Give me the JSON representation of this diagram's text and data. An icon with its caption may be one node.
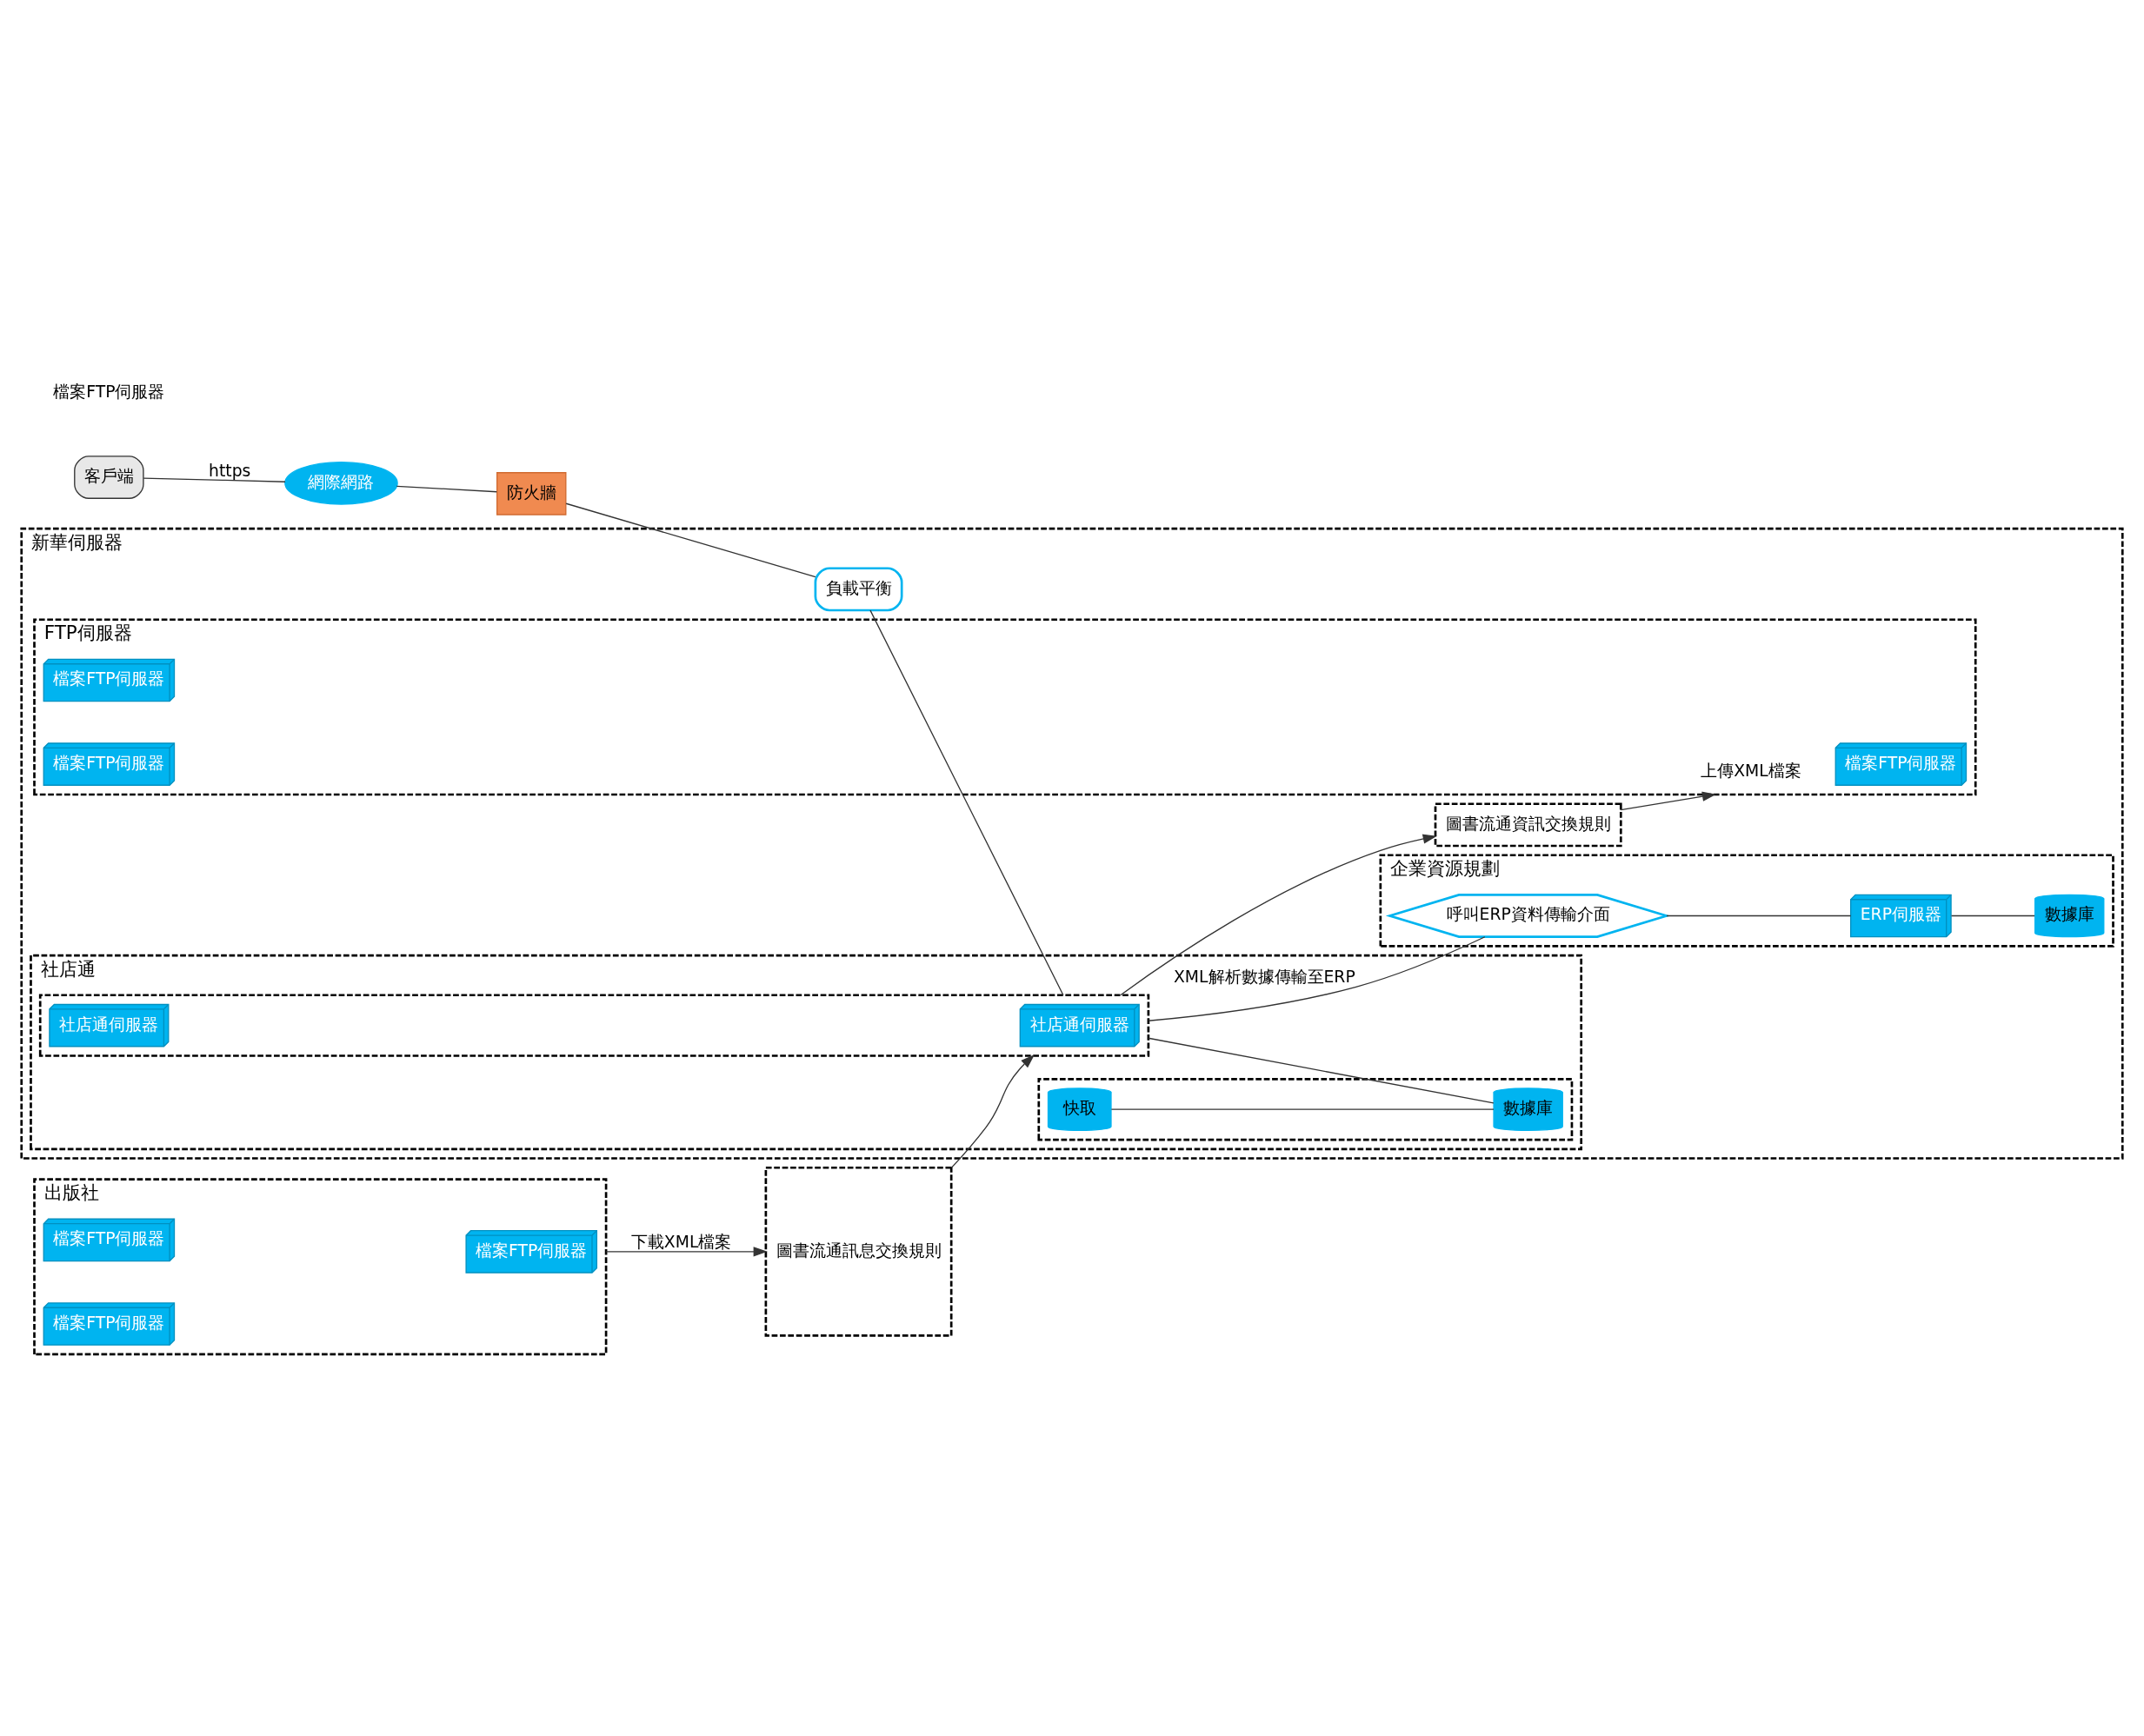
{
  "diagram": {
    "nodes": [
      {
        "text": [
          "客戶端"
        ]
      },
      {
        "text": [
          "網際網路"
        ]
      },
      {
        "text": [
          "新華伺服器"
        ]
      },
      {
        "text": [
          "防火牆"
        ]
      },
      {
        "text": [
          "負載平衡"
        ],
        "in": 2
      },
      {
        "text": [
          "社店通"
        ],
        "in": 2
      },
      {
        "text": [],
        "shape": "box",
        "in": 5
      },
      {
        "text": [
          "社店通伺服器"
        ],
        "in": 6
      },
      {
        "text": [
          "社店通伺服器"
        ],
        "in": 6
      },
      {
        "text": [],
        "shape": "box",
        "in": 5
      },
      {
        "text": [
          "快取"
        ],
        "in": 9
      },
      {
        "text": [
          "數據庫"
        ],
        "in": 9
      },
      {
        "text": [
          "企業資源規劃"
        ],
        "in": 2
      },
      {
        "text": [
          "呼叫ERP資料傳輸介面"
        ],
        "in": 12
      },
      {
        "text": [
          "ERP伺服器"
        ],
        "in": 12
      },
      {
        "text": [
          "數據庫"
        ],
        "in": 12
      },
      {
        "text": [
          "圖書流通資訊交換規則"
        ],
        "in": 2
      },
      {
        "text": [
          "FTP伺服器"
        ],
        "in": 2
      },
      {
        "text": [
          "檔案FTP伺服器"
        ],
        "in": 17
      },
      {
        "text": [
          "檔案FTP伺服器"
        ],
        "in": 17
      },
      {
        "text": [
          "檔案FTP伺服器"
        ],
        "in": 17
      },
      {
        "text": [
          "出版社"
        ]
      },
      {
        "text": [
          "檔案FTP伺服器"
        ],
        "in": 21
      },
      {
        "text": [
          "檔案FTP伺服器"
        ],
        "in": 21
      },
      {
        "text": [
          "檔案FTP伺服器"
        ],
        "in": 21
      },
      {
        "text": [
          "圖書流通訊息交換規則"
        ]
      }
    ],
    "edges": [
      {
        "from": 0,
        "to": 1,
        "arrow": "none",
        "label": "https"
      },
      {
        "from": 1,
        "to": 3,
        "arrow": "none"
      },
      {
        "from": 3,
        "to": 4,
        "arrow": "none"
      },
      {
        "from": 4,
        "to": 6,
        "arrow": "none"
      },
      {
        "from": 21,
        "to": 25,
        "arrow": "to",
        "label": "下載XML檔案"
      },
      {
        "from": 25,
        "to": 6,
        "arrow": "to"
      },
      {
        "from": 6,
        "to": 11,
        "arrow": "none"
      },
      {
        "from": 10,
        "to": 11,
        "arrow": "none"
      },
      {
        "from": 6,
        "to": 13,
        "arrow": "none",
        "label": "XML解析數據傳輸至ERP"
      },
      {
        "from": 13,
        "to": 14,
        "arrow": "none"
      },
      {
        "from": 14,
        "to": 15,
        "arrow": "none"
      },
      {
        "from": 6,
        "to": 16,
        "arrow": "to"
      },
      {
        "from": 16,
        "to": 17,
        "arrow": "to",
        "label": "上傳XML檔案"
      }
    ],
    "labels": [
      "檔案FTP伺服器"
    ]
  }
}
